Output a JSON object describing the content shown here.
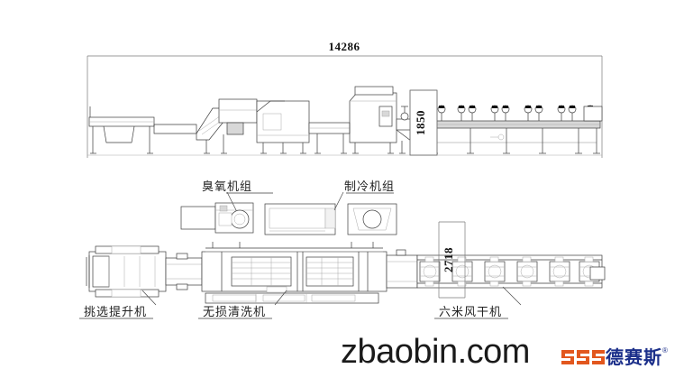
{
  "document": {
    "type": "engineering-line-drawing",
    "title_visible": false,
    "background_color": "#ffffff",
    "line_color": "#3c3c3c"
  },
  "dimensions": {
    "overall_length": "14286",
    "elevation_height": "1850",
    "plan_width": "2718"
  },
  "labels": {
    "ozone_unit": "臭氧机组",
    "refrigeration_unit": "制冷机组",
    "sorting_elevator": "挑选提升机",
    "lossless_washer": "无损清洗机",
    "six_meter_air_dryer": "六米风干机"
  },
  "watermark": {
    "domain": "zbaobin.com"
  },
  "logo": {
    "brand_cn": "德赛斯",
    "registered_mark": "®",
    "mark_color": "#e2571e",
    "text_color": "#1b2f8a"
  },
  "views": {
    "elevation": {
      "name": "side-elevation-view",
      "fan_count": 6
    },
    "plan": {
      "name": "top-plan-view",
      "fan_count": 6,
      "equipment_boxes": 3
    }
  }
}
